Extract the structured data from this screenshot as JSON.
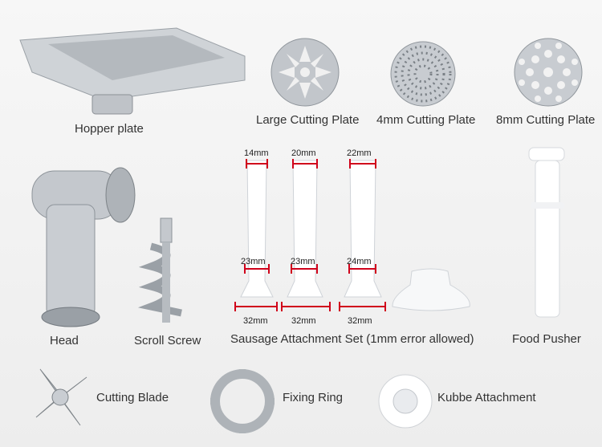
{
  "labels": {
    "hopper_plate": "Hopper plate",
    "large_cutting_plate": "Large Cutting Plate",
    "cutting_plate_4mm": "4mm Cutting Plate",
    "cutting_plate_8mm": "8mm Cutting Plate",
    "head": "Head",
    "scroll_screw": "Scroll Screw",
    "sausage_set": "Sausage Attachment Set (1mm error allowed)",
    "food_pusher": "Food Pusher",
    "cutting_blade": "Cutting Blade",
    "fixing_ring": "Fixing Ring",
    "kubbe_attachment": "Kubbe  Attachment"
  },
  "sausage_tubes": [
    {
      "tip": "14mm",
      "mid": "23mm",
      "base": "32mm"
    },
    {
      "tip": "20mm",
      "mid": "23mm",
      "base": "32mm"
    },
    {
      "tip": "22mm",
      "mid": "24mm",
      "base": "32mm"
    }
  ],
  "colors": {
    "dimension_line": "#d0021b",
    "metal": "#c9cdd2",
    "plastic": "#ffffff"
  }
}
